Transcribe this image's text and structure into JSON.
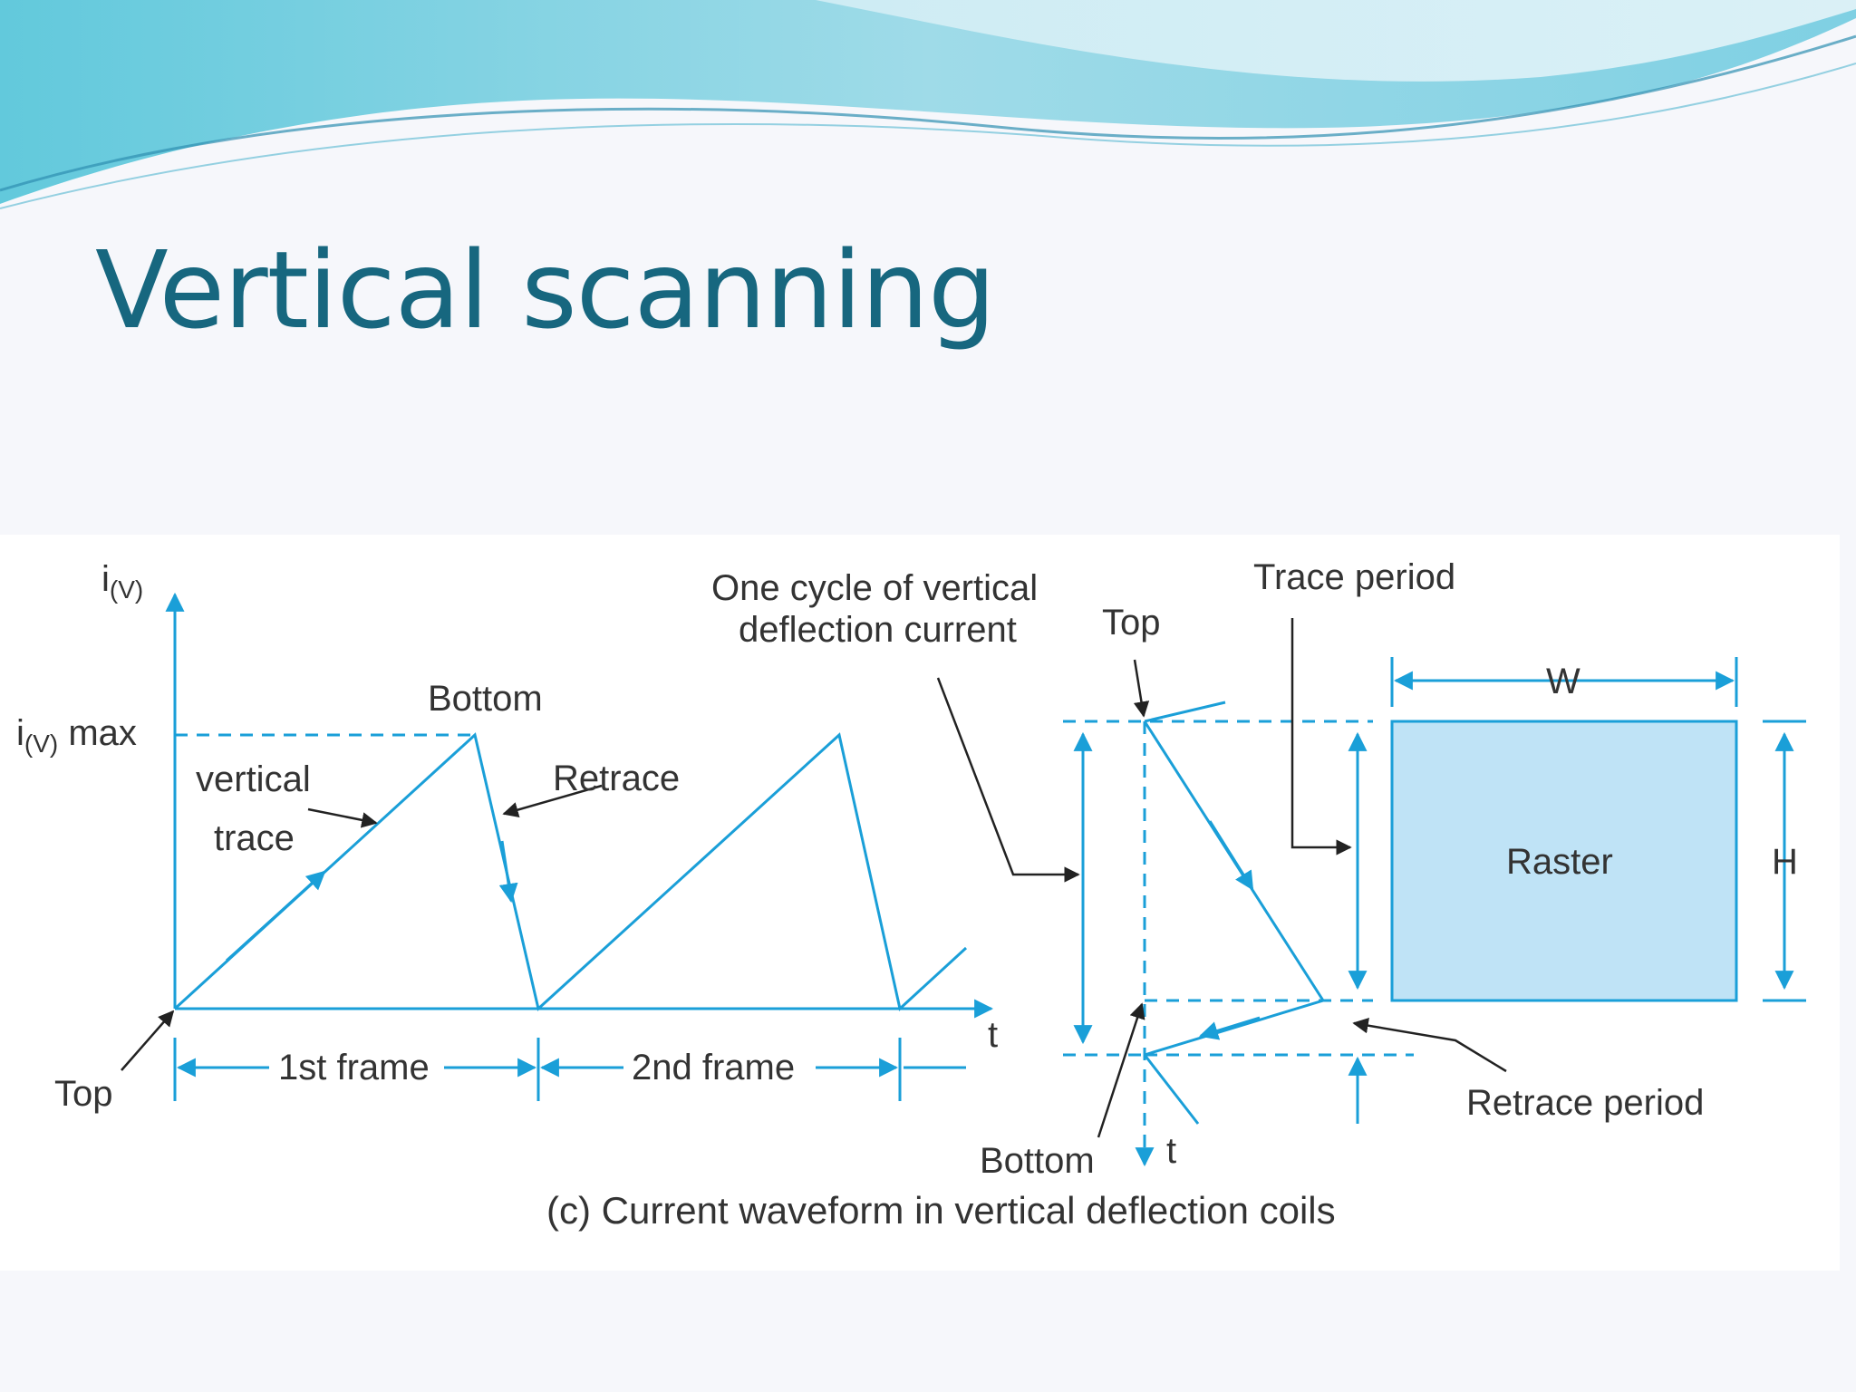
{
  "slide": {
    "title": "Vertical scanning",
    "colors": {
      "title": "#17677f",
      "accent": "#1a9fd8",
      "raster_fill": "#bfe3f6",
      "background": "#f6f7fb"
    }
  },
  "diagram": {
    "y_axis_label": "i",
    "y_axis_sub": "(V)",
    "ymax_label": "i",
    "ymax_sub": "(V)",
    "ymax_suffix": " max",
    "x_axis_label": "t",
    "bottom_label": "Bottom",
    "vertical_trace_1": "vertical",
    "vertical_trace_2": "trace",
    "retrace_label": "Retrace",
    "top_label": "Top",
    "frame_1": "1st frame",
    "frame_2": "2nd frame",
    "cycle_1": "One cycle of vertical",
    "cycle_2": "deflection current",
    "top_label_right": "Top",
    "trace_period": "Trace period",
    "width_label": "W",
    "height_label": "H",
    "raster_label": "Raster",
    "retrace_period": "Retrace period",
    "bottom_label_right": "Bottom",
    "t_label_right": "t",
    "caption": "(c) Current waveform in vertical deflection coils"
  }
}
